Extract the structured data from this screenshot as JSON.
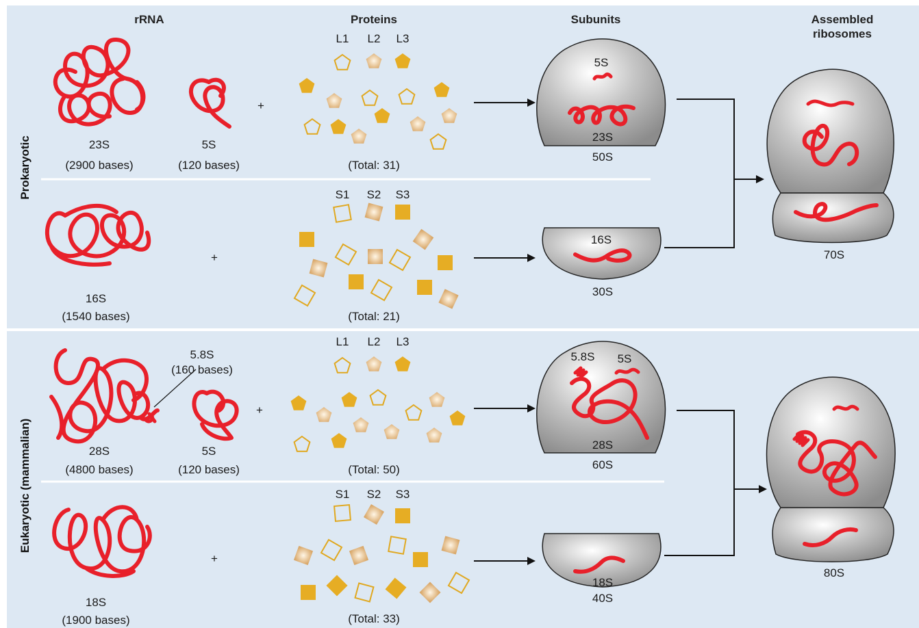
{
  "headers": {
    "rrna": "rRNA",
    "proteins": "Proteins",
    "subunits": "Subunits",
    "assembled_line1": "Assembled",
    "assembled_line2": "ribosomes"
  },
  "side_labels": {
    "prokaryotic": "Prokaryotic",
    "eukaryotic": "Eukaryotic (mammalian)"
  },
  "prokaryotic": {
    "large": {
      "rrna_a_name": "23S",
      "rrna_a_size": "(2900 bases)",
      "rrna_b_name": "5S",
      "rrna_b_size": "(120 bases)",
      "plus": "+",
      "protein_labels": [
        "L1",
        "L2",
        "L3"
      ],
      "protein_total": "(Total: 31)",
      "subunit_inner_top": "5S",
      "subunit_inner_bottom": "23S",
      "subunit_name": "50S"
    },
    "small": {
      "rrna_name": "16S",
      "rrna_size": "(1540 bases)",
      "plus": "+",
      "protein_labels": [
        "S1",
        "S2",
        "S3"
      ],
      "protein_total": "(Total: 21)",
      "subunit_inner": "16S",
      "subunit_name": "30S"
    },
    "ribosome_name": "70S"
  },
  "eukaryotic": {
    "large": {
      "rrna_a_name": "28S",
      "rrna_a_size": "(4800 bases)",
      "callout_name": "5.8S",
      "callout_size": "(160 bases)",
      "rrna_b_name": "5S",
      "rrna_b_size": "(120 bases)",
      "plus": "+",
      "protein_labels": [
        "L1",
        "L2",
        "L3"
      ],
      "protein_total": "(Total: 50)",
      "subunit_inner_left": "5.8S",
      "subunit_inner_right": "5S",
      "subunit_inner_bottom": "28S",
      "subunit_name": "60S"
    },
    "small": {
      "rrna_name": "18S",
      "rrna_size": "(1900 bases)",
      "plus": "+",
      "protein_labels": [
        "S1",
        "S2",
        "S3"
      ],
      "protein_total": "(Total: 33)",
      "subunit_inner": "18S",
      "subunit_name": "40S"
    },
    "ribosome_name": "80S"
  },
  "colors": {
    "background_panel": "#dde8f3",
    "rrna": "#e8202a",
    "protein_gold": "#e6ad24",
    "subunit_gray": "#a8a8a8"
  }
}
